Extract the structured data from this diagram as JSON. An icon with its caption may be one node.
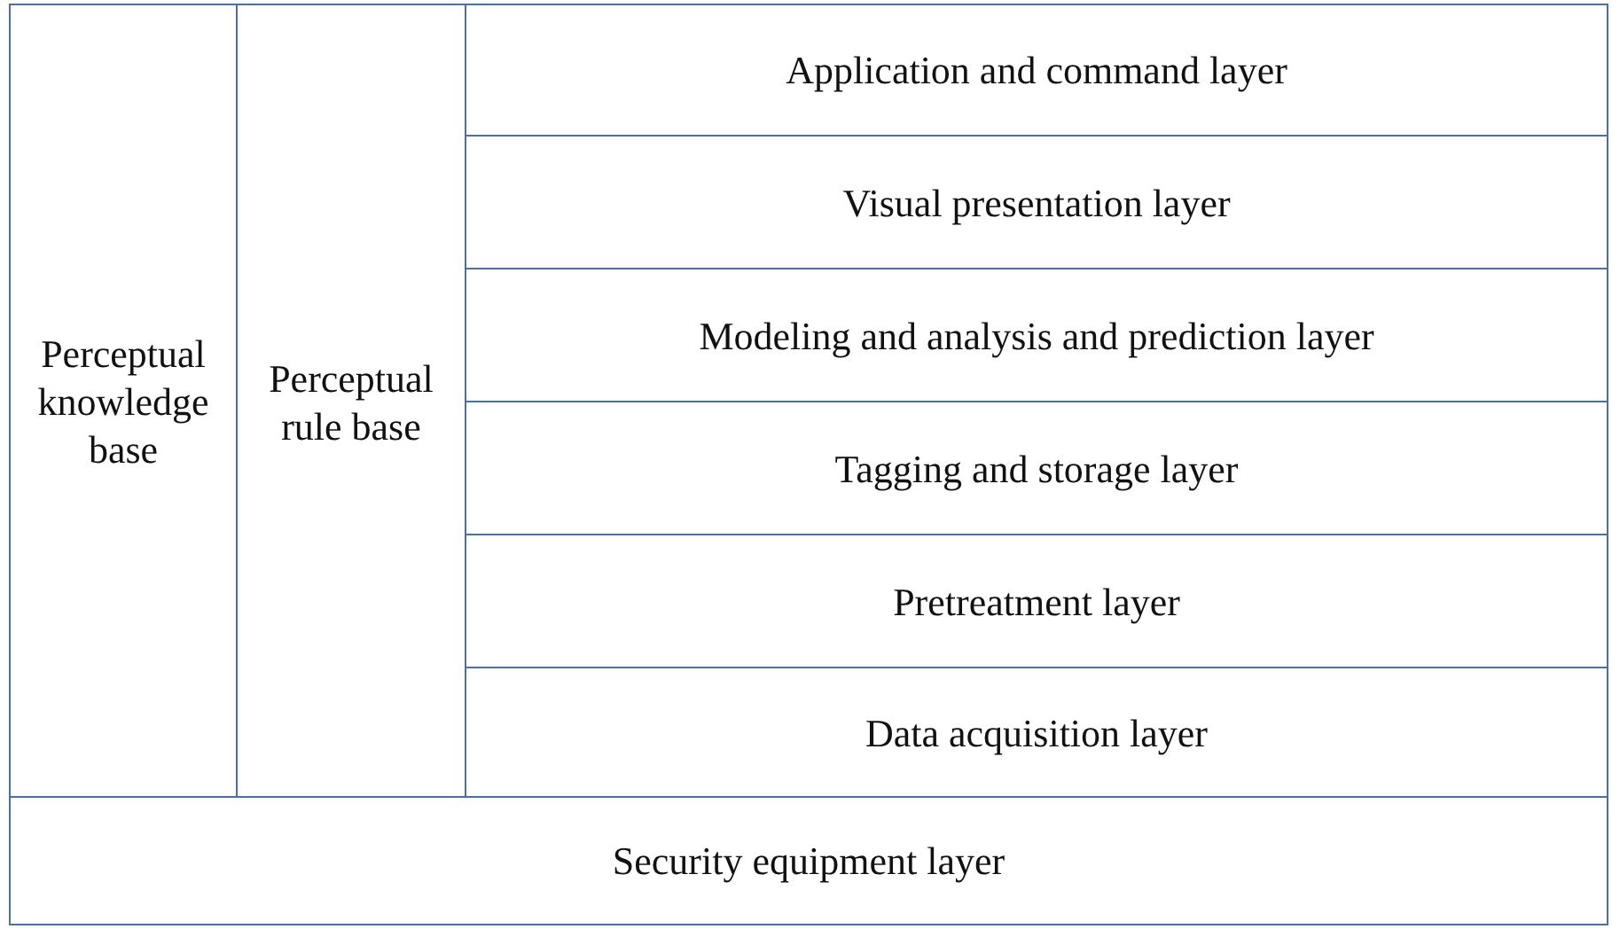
{
  "diagram": {
    "nodes": [
      {
        "text": [
          "Perceptual knowledge base"
        ]
      },
      {
        "text": [
          "Perceptual rule base"
        ]
      },
      {
        "text": [
          "Application and command layer"
        ]
      },
      {
        "text": [
          "Visual presentation layer"
        ]
      },
      {
        "text": [
          "Modeling and analysis and prediction layer"
        ]
      },
      {
        "text": [
          "Tagging and storage layer"
        ]
      },
      {
        "text": [
          "Pretreatment layer"
        ]
      },
      {
        "text": [
          "Data acquisition layer"
        ]
      },
      {
        "text": [
          "Security equipment layer"
        ]
      }
    ]
  }
}
